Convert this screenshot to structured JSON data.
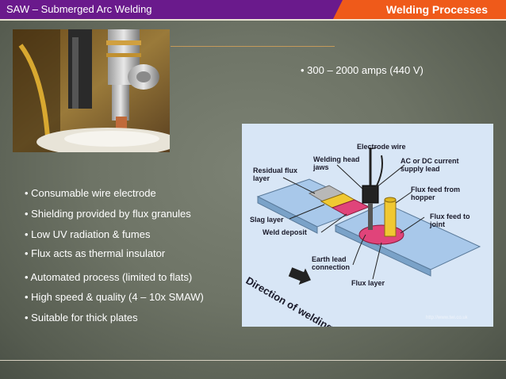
{
  "header": {
    "title": "SAW – Submerged Arc Welding",
    "section": "Welding Processes"
  },
  "amps": "• 300 – 2000 amps (440 V)",
  "bullets": [
    "• Consumable wire electrode",
    "• Shielding provided by flux granules",
    "• Low UV radiation & fumes",
    "• Flux acts as thermal insulator",
    "• Automated process (limited to flats)",
    "• High speed & quality (4 – 10x SMAW)",
    "• Suitable for thick plates"
  ],
  "diagram": {
    "labels": {
      "electrode_wire": "Electrode wire",
      "welding_head_jaws": "Welding head\njaws",
      "residual_flux_layer": "Residual flux\nlayer",
      "current_supply_lead": "AC or DC current\nsupply lead",
      "flux_feed_hopper": "Flux feed from\nhopper",
      "slag_layer": "Slag layer",
      "flux_feed_joint": "Flux feed to\njoint",
      "weld_deposit": "Weld deposit",
      "earth_lead": "Earth lead\nconnection",
      "flux_layer": "Flux layer",
      "direction": "Direction of welding",
      "credit": "http://www.twi.co.uk"
    }
  },
  "colors": {
    "header_left": "#6a1a8c",
    "header_right": "#ef5a1a",
    "background": "#6e7466",
    "diagram_bg": "#d8e6f6",
    "plate": "#a8c8ea",
    "weld": "#e0447a",
    "flux_feed": "#f0c832"
  }
}
